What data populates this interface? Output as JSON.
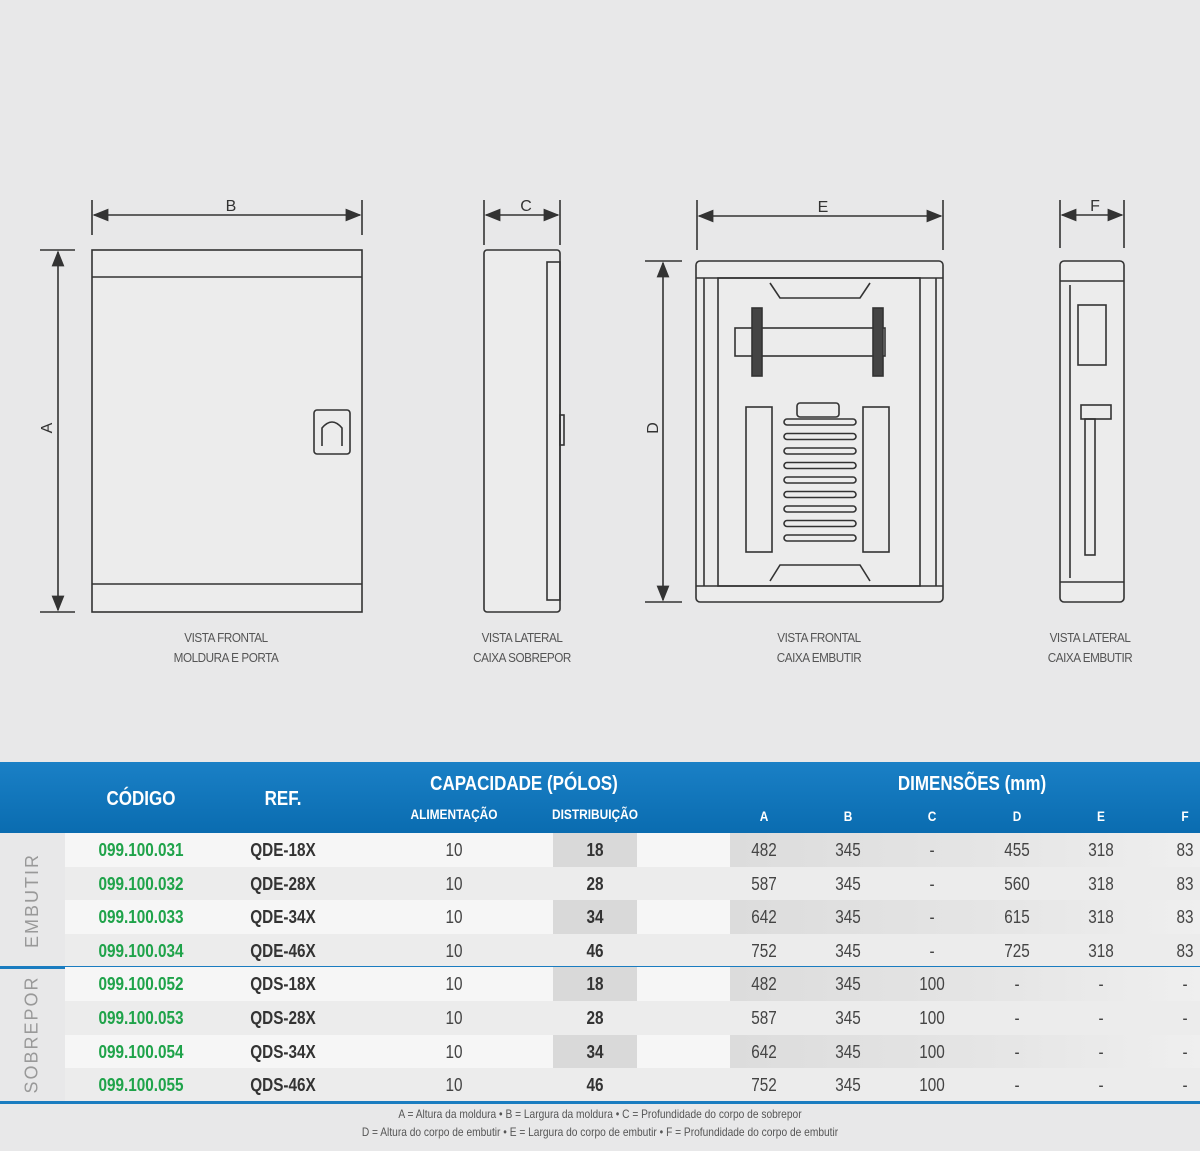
{
  "drawings": {
    "labels": {
      "a": "A",
      "b": "B",
      "c": "C",
      "d": "D",
      "e": "E",
      "f": "F"
    },
    "captions": [
      {
        "line1": "VISTA FRONTAL",
        "line2": "MOLDURA E PORTA"
      },
      {
        "line1": "VISTA LATERAL",
        "line2": "CAIXA SOBREPOR"
      },
      {
        "line1": "VISTA FRONTAL",
        "line2": "CAIXA EMBUTIR"
      },
      {
        "line1": "VISTA LATERAL",
        "line2": "CAIXA EMBUTIR"
      }
    ]
  },
  "table": {
    "headers": {
      "codigo": "CÓDIGO",
      "ref": "REF.",
      "capacidade": "CAPACIDADE (PÓLOS)",
      "alimentacao": "ALIMENTAÇÃO",
      "distribuicao": "DISTRIBUIÇÃO",
      "dimensoes": "DIMENSÕES (mm)",
      "dims": [
        "A",
        "B",
        "C",
        "D",
        "E",
        "F"
      ]
    },
    "sections": [
      {
        "label": "EMBUTIR",
        "rows": [
          {
            "codigo": "099.100.031",
            "ref": "QDE-18X",
            "alimentacao": "10",
            "distribuicao": "18",
            "dims": [
              "482",
              "345",
              "-",
              "455",
              "318",
              "83"
            ]
          },
          {
            "codigo": "099.100.032",
            "ref": "QDE-28X",
            "alimentacao": "10",
            "distribuicao": "28",
            "dims": [
              "587",
              "345",
              "-",
              "560",
              "318",
              "83"
            ]
          },
          {
            "codigo": "099.100.033",
            "ref": "QDE-34X",
            "alimentacao": "10",
            "distribuicao": "34",
            "dims": [
              "642",
              "345",
              "-",
              "615",
              "318",
              "83"
            ]
          },
          {
            "codigo": "099.100.034",
            "ref": "QDE-46X",
            "alimentacao": "10",
            "distribuicao": "46",
            "dims": [
              "752",
              "345",
              "-",
              "725",
              "318",
              "83"
            ]
          }
        ]
      },
      {
        "label": "SOBREPOR",
        "rows": [
          {
            "codigo": "099.100.052",
            "ref": "QDS-18X",
            "alimentacao": "10",
            "distribuicao": "18",
            "dims": [
              "482",
              "345",
              "100",
              "-",
              "-",
              "-"
            ]
          },
          {
            "codigo": "099.100.053",
            "ref": "QDS-28X",
            "alimentacao": "10",
            "distribuicao": "28",
            "dims": [
              "587",
              "345",
              "100",
              "-",
              "-",
              "-"
            ]
          },
          {
            "codigo": "099.100.054",
            "ref": "QDS-34X",
            "alimentacao": "10",
            "distribuicao": "34",
            "dims": [
              "642",
              "345",
              "100",
              "-",
              "-",
              "-"
            ]
          },
          {
            "codigo": "099.100.055",
            "ref": "QDS-46X",
            "alimentacao": "10",
            "distribuicao": "46",
            "dims": [
              "752",
              "345",
              "100",
              "-",
              "-",
              "-"
            ]
          }
        ]
      }
    ]
  },
  "legend": {
    "line1": "A = Altura da moldura  •  B = Largura da moldura  •  C = Profundidade do corpo de sobrepor",
    "line2": "D = Altura do corpo de embutir  •  E = Largura do corpo de embutir  •  F = Profundidade do corpo de embutir"
  },
  "colors": {
    "header_blue": "#0a6cb0",
    "code_green": "#1fa34a",
    "background": "#e8e8e9"
  }
}
